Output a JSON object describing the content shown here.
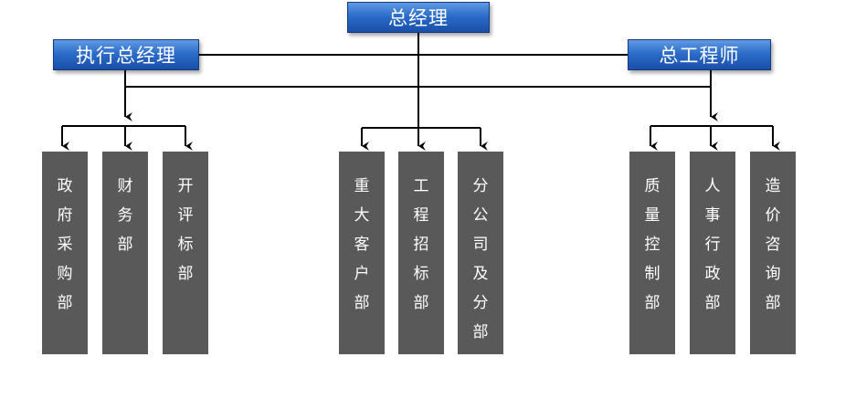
{
  "general_manager": "总经理",
  "executive_general_manager": "执行总经理",
  "chief_engineer": "总工程师",
  "departments": [
    {
      "label": "政府采购部"
    },
    {
      "label": "财务部"
    },
    {
      "label": "开评标部"
    },
    {
      "label": "重大客户部"
    },
    {
      "label": "工程招标部"
    },
    {
      "label": "分公司及分部"
    },
    {
      "label": "质量控制部"
    },
    {
      "label": "人事行政部"
    },
    {
      "label": "造价咨询部"
    }
  ],
  "colors": {
    "exec_box": "#2a6ac8",
    "dept_box": "#595959",
    "connector": "#000000",
    "text": "#ffffff"
  }
}
